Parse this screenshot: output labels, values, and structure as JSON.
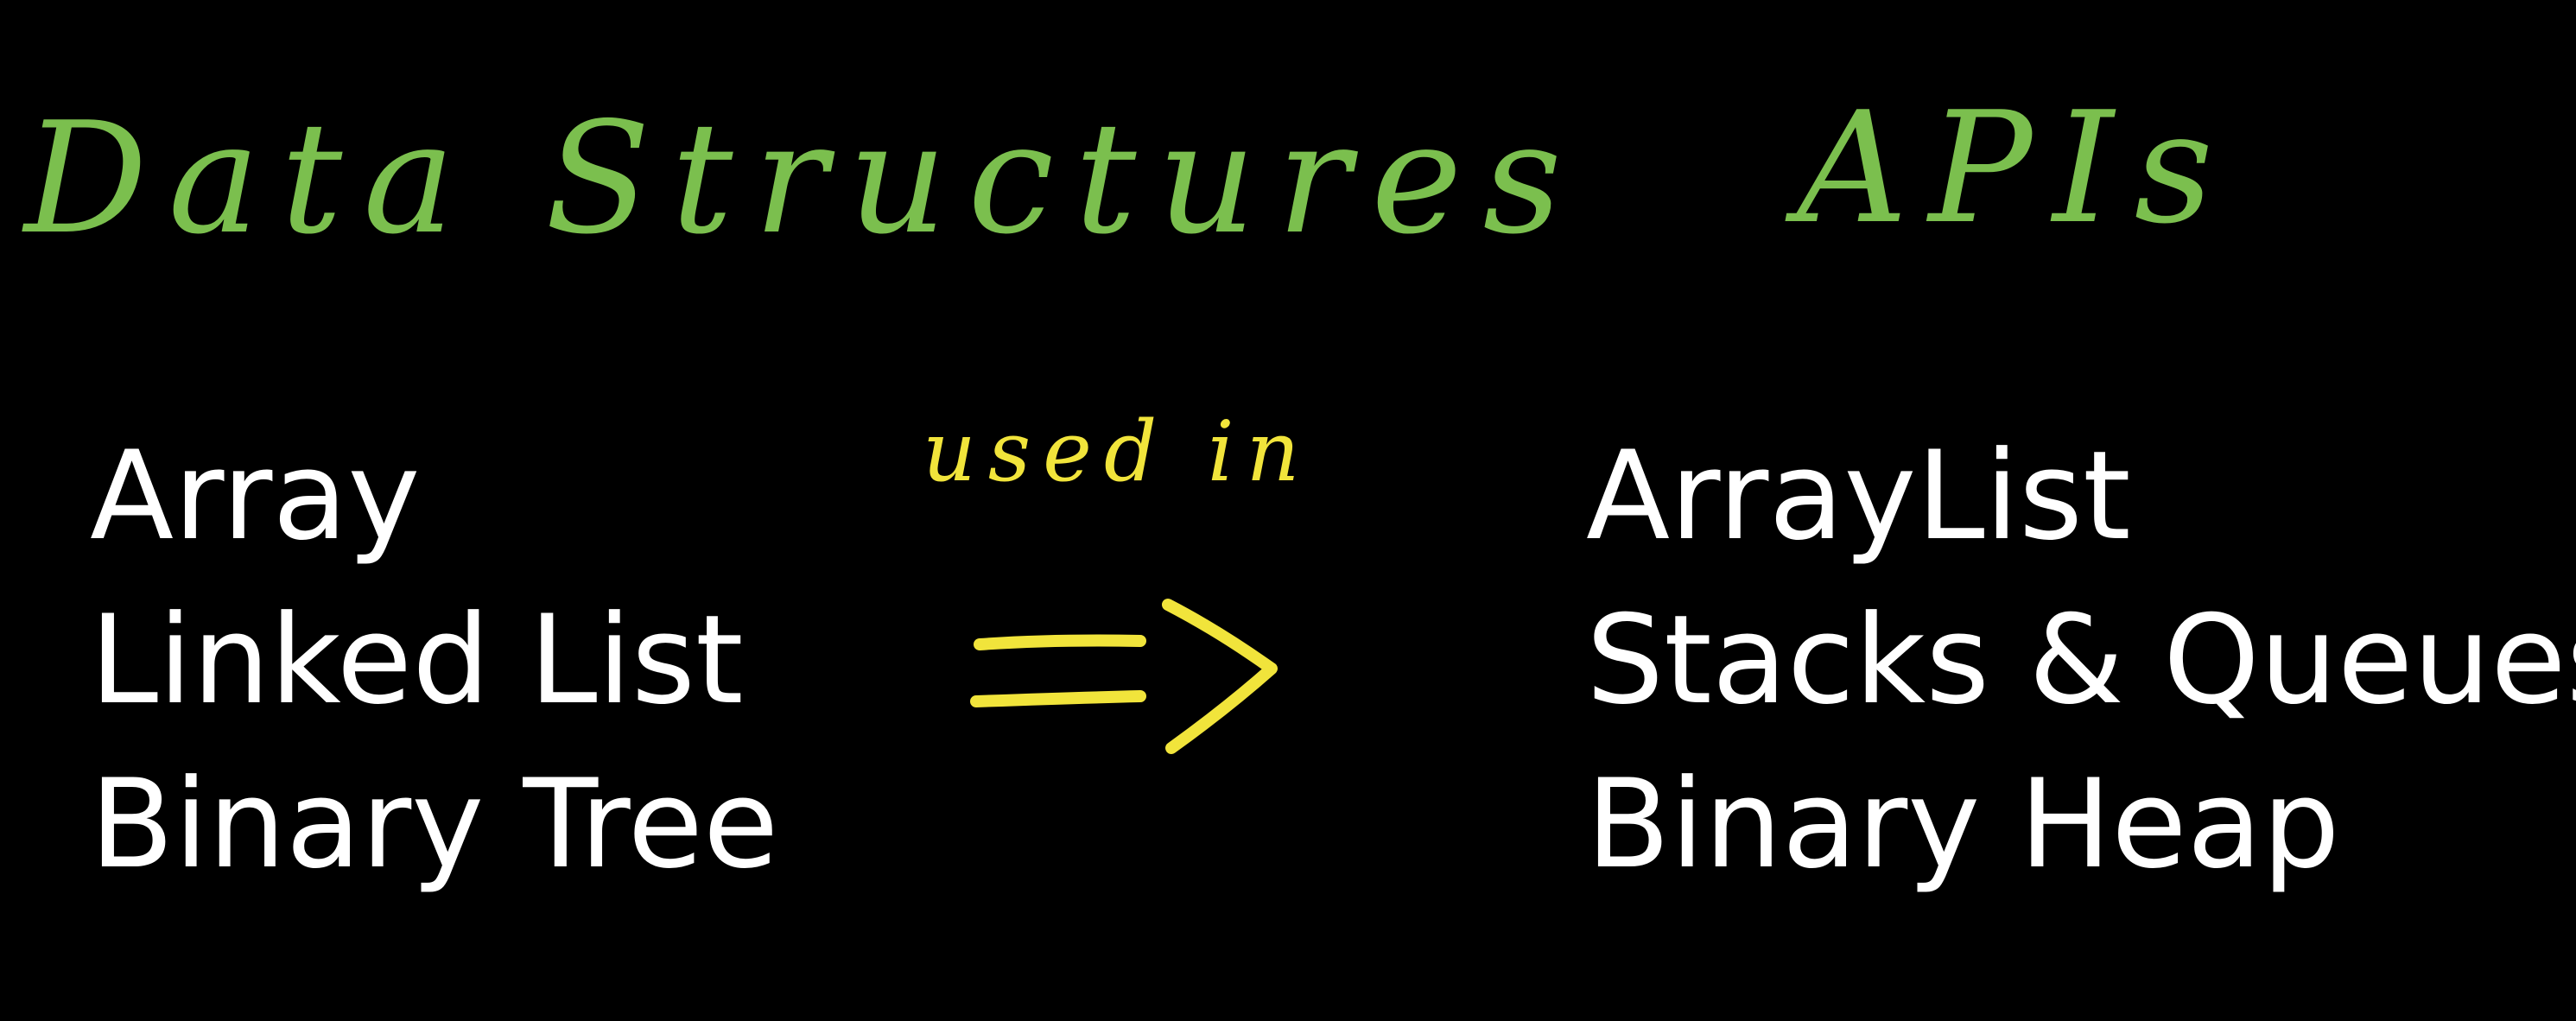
{
  "left_column": {
    "heading": "Data Structures",
    "items": [
      "Array",
      "Linked List",
      "Binary Tree"
    ]
  },
  "right_column": {
    "heading": "APIs",
    "items": [
      "ArrayList",
      "Stacks & Queues",
      "Binary Heap"
    ]
  },
  "connector": {
    "label": "used in",
    "icon": "double-arrow-right-icon"
  },
  "colors": {
    "background": "#000000",
    "heading": "#7bbf4e",
    "items": "#ffffff",
    "annotation": "#f1e43b"
  }
}
